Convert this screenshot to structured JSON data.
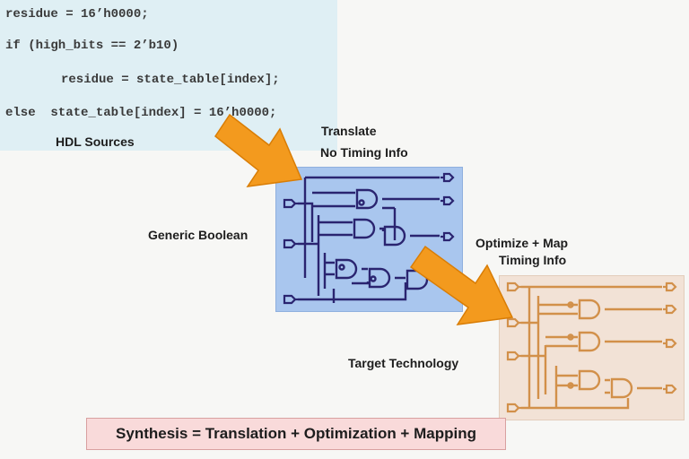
{
  "code": {
    "lines": [
      "residue = 16’h0000;",
      "if (high_bits == 2’b10)",
      "residue = state_table[index];",
      "else  state_table[index] = 16’h0000;"
    ]
  },
  "labels": {
    "hdl_sources": "HDL Sources",
    "translate": "Translate",
    "no_timing_info": "No Timing Info",
    "generic_boolean": "Generic Boolean",
    "optimize_map": "Optimize + Map",
    "timing_info": "Timing Info",
    "target_technology": "Target Technology"
  },
  "formula": "Synthesis = Translation + Optimization + Mapping",
  "colors": {
    "code_bg": "#dfeff4",
    "generic_box": "#a9c6ee",
    "generic_circuit": "#2a2470",
    "target_box": "#f2e2d6",
    "target_circuit": "#d2904a",
    "arrow": "#f39a1e",
    "formula_bg": "#f9dada"
  }
}
